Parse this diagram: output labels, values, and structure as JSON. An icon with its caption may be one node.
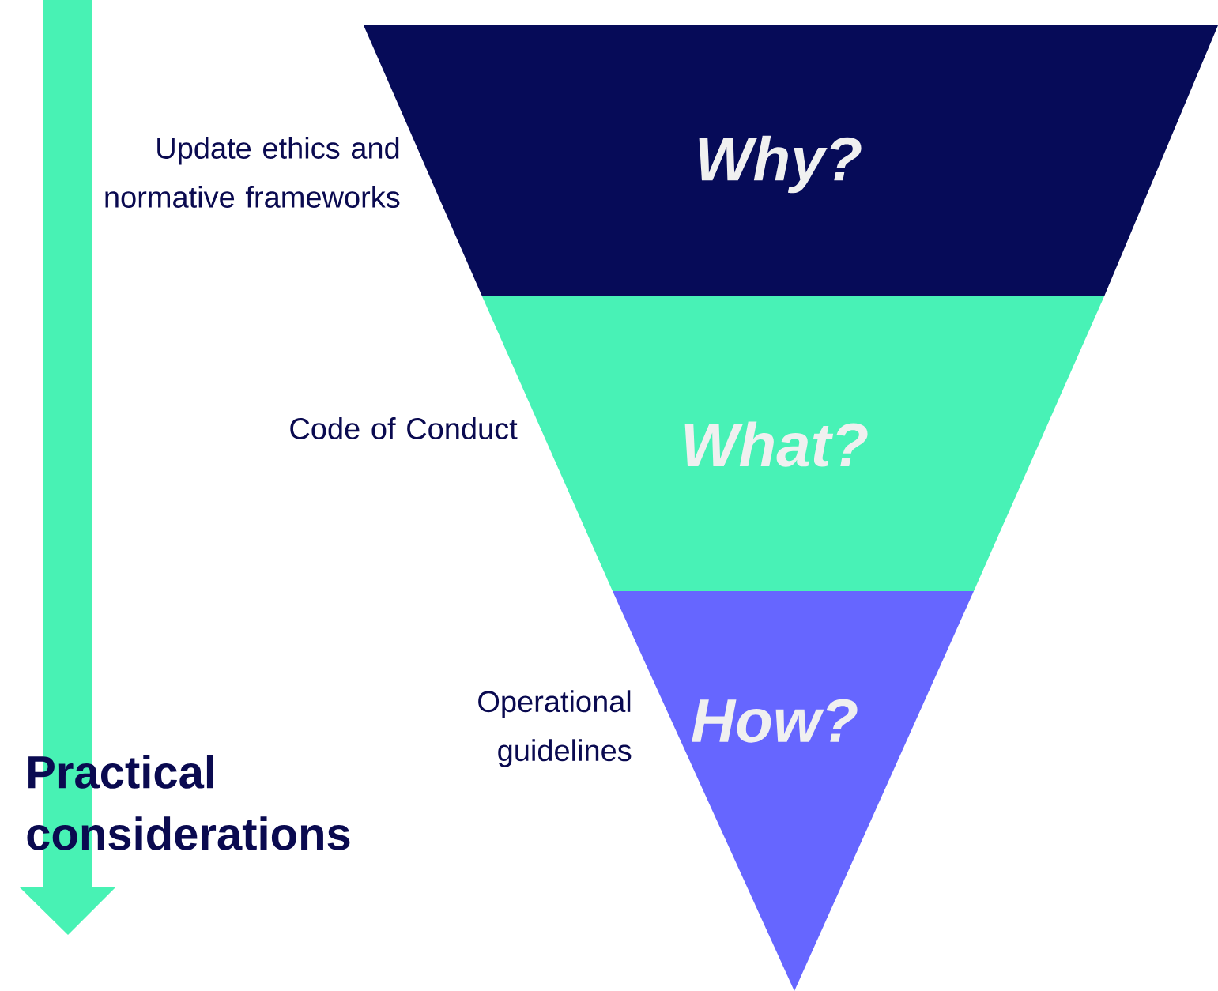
{
  "diagram": {
    "nodes": [
      {
        "text": [
          "Why?"
        ],
        "beside": [
          "Update ethics and normative frameworks"
        ]
      },
      {
        "text": [
          "What?"
        ],
        "beside": [
          "Code of Conduct"
        ]
      },
      {
        "text": [
          "How?"
        ],
        "beside": [
          "Operational guidelines"
        ]
      }
    ],
    "labels": [
      "Practical considerations"
    ]
  }
}
